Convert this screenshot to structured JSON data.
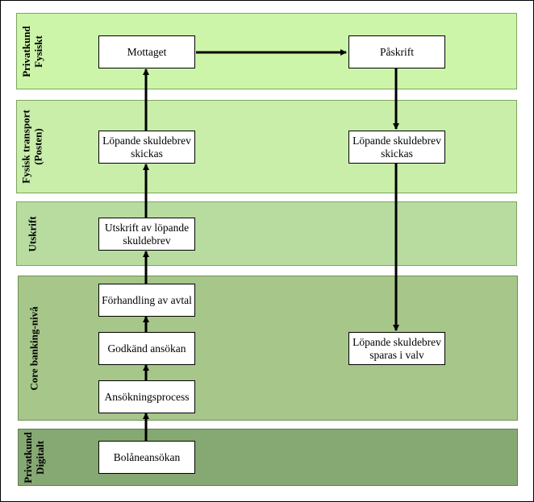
{
  "lanes": {
    "privatkund_fysiskt": {
      "label": "Privatkund\nFysiskt",
      "color": "#ccf5aa"
    },
    "fysisk_transport": {
      "label": "Fysisk transport\n(Posten)",
      "color": "#c8eeaa"
    },
    "utskrift": {
      "label": "Utskrift",
      "color": "#b8dca0"
    },
    "core_banking": {
      "label": "Core banking-nivå",
      "color": "#a6c68a"
    },
    "privatkund_digitalt": {
      "label": "Privatkund\nDigitalt",
      "color": "#86a873"
    }
  },
  "nodes": {
    "mottaget": "Mottaget",
    "paskrift": "Påskrift",
    "skickas_left": "Löpande skuldebrev\nskickas",
    "skickas_right": "Löpande skuldebrev\nskickas",
    "utskrift": "Utskrift av löpande\nskuldebrev",
    "forhandling": "Förhandling av avtal",
    "godkand": "Godkänd ansökan",
    "ansokningsprocess": "Ansökningsprocess",
    "bolaneansokan": "Bolåneansökan",
    "valv": "Löpande skuldebrev\nsparas i valv"
  }
}
